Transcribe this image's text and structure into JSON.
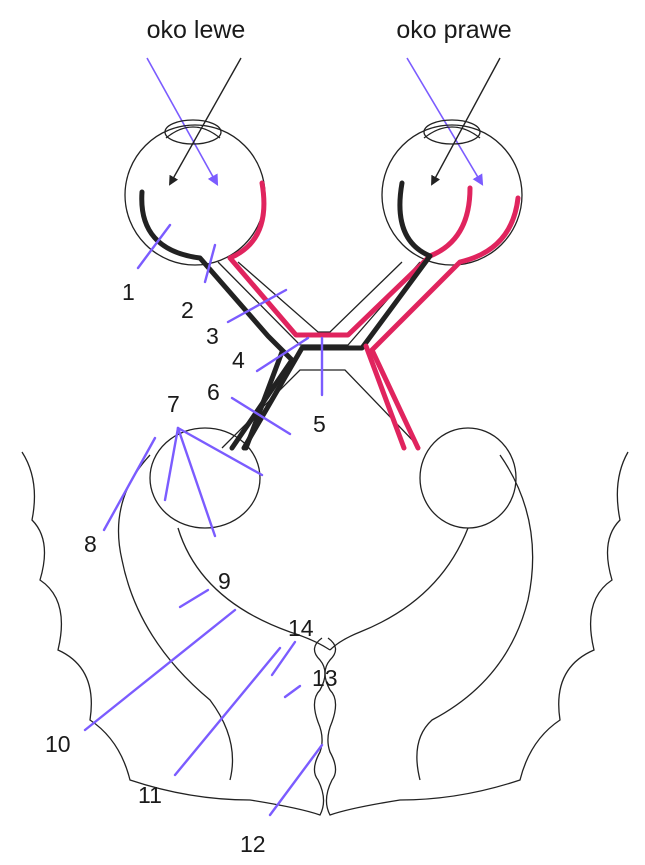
{
  "eyes": {
    "left": "oko lewe",
    "right": "oko prawe"
  },
  "labels": [
    "1",
    "2",
    "3",
    "4",
    "5",
    "6",
    "7",
    "8",
    "9",
    "10",
    "11",
    "12",
    "13",
    "14"
  ],
  "colors": {
    "outline": "#222222",
    "left_field_pathway": "#e0245e",
    "right_field_pathway": "#222222",
    "lesion_markers": "#7b5cff"
  }
}
